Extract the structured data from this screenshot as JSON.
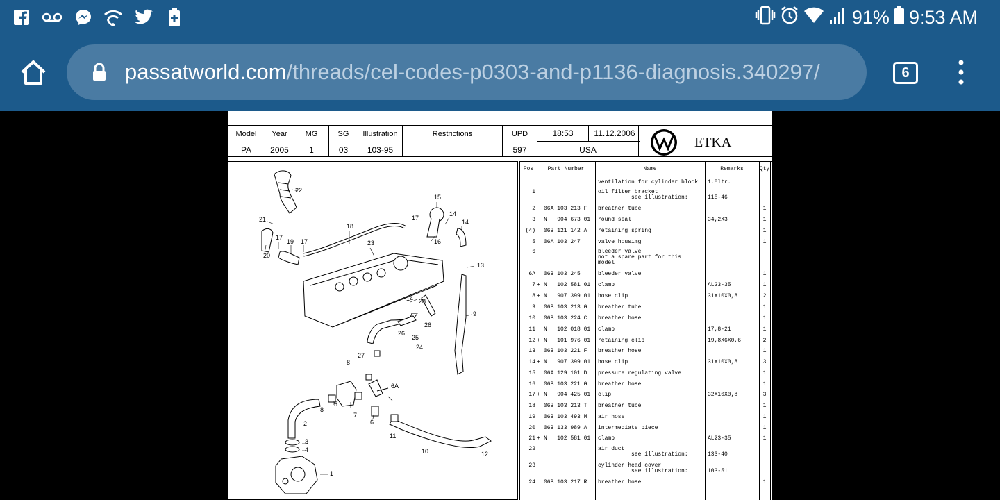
{
  "status_bar": {
    "left_icons": [
      "facebook-icon",
      "voicemail-icon",
      "messenger-icon",
      "wifi-call-icon",
      "twitter-icon",
      "battery-saver-icon"
    ],
    "right_icons": [
      "vibrate-icon",
      "alarm-icon",
      "wifi-icon",
      "signal-icon",
      "battery-icon"
    ],
    "battery": "91%",
    "time": "9:53 AM"
  },
  "browser": {
    "url_host": "passatworld.com",
    "url_path": "/threads/cel-codes-p0303-and-p1136-diagnosis.340297/",
    "tab_count": "6"
  },
  "etka": {
    "header": {
      "model_label": "Model",
      "model": "PA",
      "year_label": "Year",
      "year": "2005",
      "mg_label": "MG",
      "mg": "1",
      "sg_label": "SG",
      "sg": "03",
      "illustration_label": "Illustration",
      "illustration": "103-95",
      "restrictions_label": "Restrictions",
      "upd_label": "UPD",
      "upd": "597",
      "time": "18:53",
      "date": "11.12.2006",
      "region": "USA",
      "brand": "ETKA"
    },
    "columns": {
      "pos": "Pos",
      "part_number": "Part Number",
      "name": "Name",
      "remarks": "Remarks",
      "qty": "Qty"
    },
    "rows": [
      {
        "pos": "",
        "mark": "",
        "pn": "",
        "name": "ventilation for cylinder block",
        "rem": "1.8ltr.",
        "qty": ""
      },
      {
        "pos": "1",
        "mark": "",
        "pn": "",
        "name": "oil filter bracket",
        "name2": "          see illustration:",
        "rem": "115-46",
        "qty": ""
      },
      {
        "pos": "2",
        "mark": "",
        "pn": "06A 103 213 F",
        "name": "breather tube",
        "rem": "",
        "qty": "1"
      },
      {
        "pos": "3",
        "mark": "",
        "pn": "N   904 673 01",
        "name": "round seal",
        "rem": "34,2X3",
        "qty": "1"
      },
      {
        "pos": "(4)",
        "mark": "",
        "pn": "06B 121 142 A",
        "name": "retaining spring",
        "rem": "",
        "qty": "1"
      },
      {
        "pos": "5",
        "mark": "",
        "pn": "06A 103 247",
        "name": "valve housimg",
        "rem": "",
        "qty": "1"
      },
      {
        "pos": "6",
        "mark": "",
        "pn": "",
        "name": "bleeder valve",
        "name2": "not a spare part for this",
        "name3": "model",
        "rem": "",
        "qty": ""
      },
      {
        "pos": "6A",
        "mark": "",
        "pn": "06B 103 245",
        "name": "bleeder valve",
        "rem": "",
        "qty": "1"
      },
      {
        "pos": "7",
        "mark": "+",
        "pn": "N   102 581 01",
        "name": "clamp",
        "rem": "AL23-35",
        "qty": "1"
      },
      {
        "pos": "8",
        "mark": "+",
        "pn": "N   907 399 01",
        "name": "hose clip",
        "rem": "31X10X0,8",
        "qty": "2"
      },
      {
        "pos": "9",
        "mark": "",
        "pn": "06B 103 213 G",
        "name": "breather tube",
        "rem": "",
        "qty": "1"
      },
      {
        "pos": "10",
        "mark": "",
        "pn": "06B 103 224 C",
        "name": "breather hose",
        "rem": "",
        "qty": "1"
      },
      {
        "pos": "11",
        "mark": "",
        "pn": "N   102 018 01",
        "name": "clamp",
        "rem": "17,8-21",
        "qty": "1"
      },
      {
        "pos": "12",
        "mark": "+",
        "pn": "N   101 976 01",
        "name": "retaining clip",
        "rem": "19,8X6X0,6",
        "qty": "2"
      },
      {
        "pos": "13",
        "mark": "",
        "pn": "06B 103 221 F",
        "name": "breather hose",
        "rem": "",
        "qty": "1"
      },
      {
        "pos": "14",
        "mark": "+",
        "pn": "N   907 399 01",
        "name": "hose clip",
        "rem": "31X10X0,8",
        "qty": "3"
      },
      {
        "pos": "15",
        "mark": "",
        "pn": "06A 129 101 D",
        "name": "pressure regulating valve",
        "rem": "",
        "qty": "1"
      },
      {
        "pos": "16",
        "mark": "",
        "pn": "06B 103 221 G",
        "name": "breather hose",
        "rem": "",
        "qty": "1"
      },
      {
        "pos": "17",
        "mark": "+",
        "pn": "N   904 425 01",
        "name": "clip",
        "rem": "32X10X0,8",
        "qty": "3"
      },
      {
        "pos": "18",
        "mark": "",
        "pn": "06B 103 213 T",
        "name": "breather tube",
        "rem": "",
        "qty": "1"
      },
      {
        "pos": "19",
        "mark": "",
        "pn": "06B 103 493 M",
        "name": "air hose",
        "rem": "",
        "qty": "1"
      },
      {
        "pos": "20",
        "mark": "",
        "pn": "06B 133 989 A",
        "name": "intermediate piece",
        "rem": "",
        "qty": "1"
      },
      {
        "pos": "21",
        "mark": "+",
        "pn": "N   102 581 01",
        "name": "clamp",
        "rem": "AL23-35",
        "qty": "1"
      },
      {
        "pos": "22",
        "mark": "",
        "pn": "",
        "name": "air duct",
        "name2": "          see illustration:",
        "rem": "133-40",
        "qty": ""
      },
      {
        "pos": "23",
        "mark": "",
        "pn": "",
        "name": "cylinder head cover",
        "name2": "          see illustration:",
        "rem": "103-51",
        "qty": ""
      },
      {
        "pos": "24",
        "mark": "",
        "pn": "06B 103 217 R",
        "name": "breather hose",
        "rem": "",
        "qty": "1"
      }
    ],
    "diagram_labels": [
      "22",
      "21",
      "20",
      "17",
      "19",
      "17",
      "18",
      "23",
      "15",
      "17",
      "14",
      "16",
      "14",
      "13",
      "14",
      "28",
      "26",
      "25",
      "24",
      "26",
      "9",
      "27",
      "8",
      "6A",
      "5",
      "8",
      "7",
      "2",
      "6",
      "11",
      "3",
      "4",
      "1",
      "10",
      "12"
    ]
  }
}
